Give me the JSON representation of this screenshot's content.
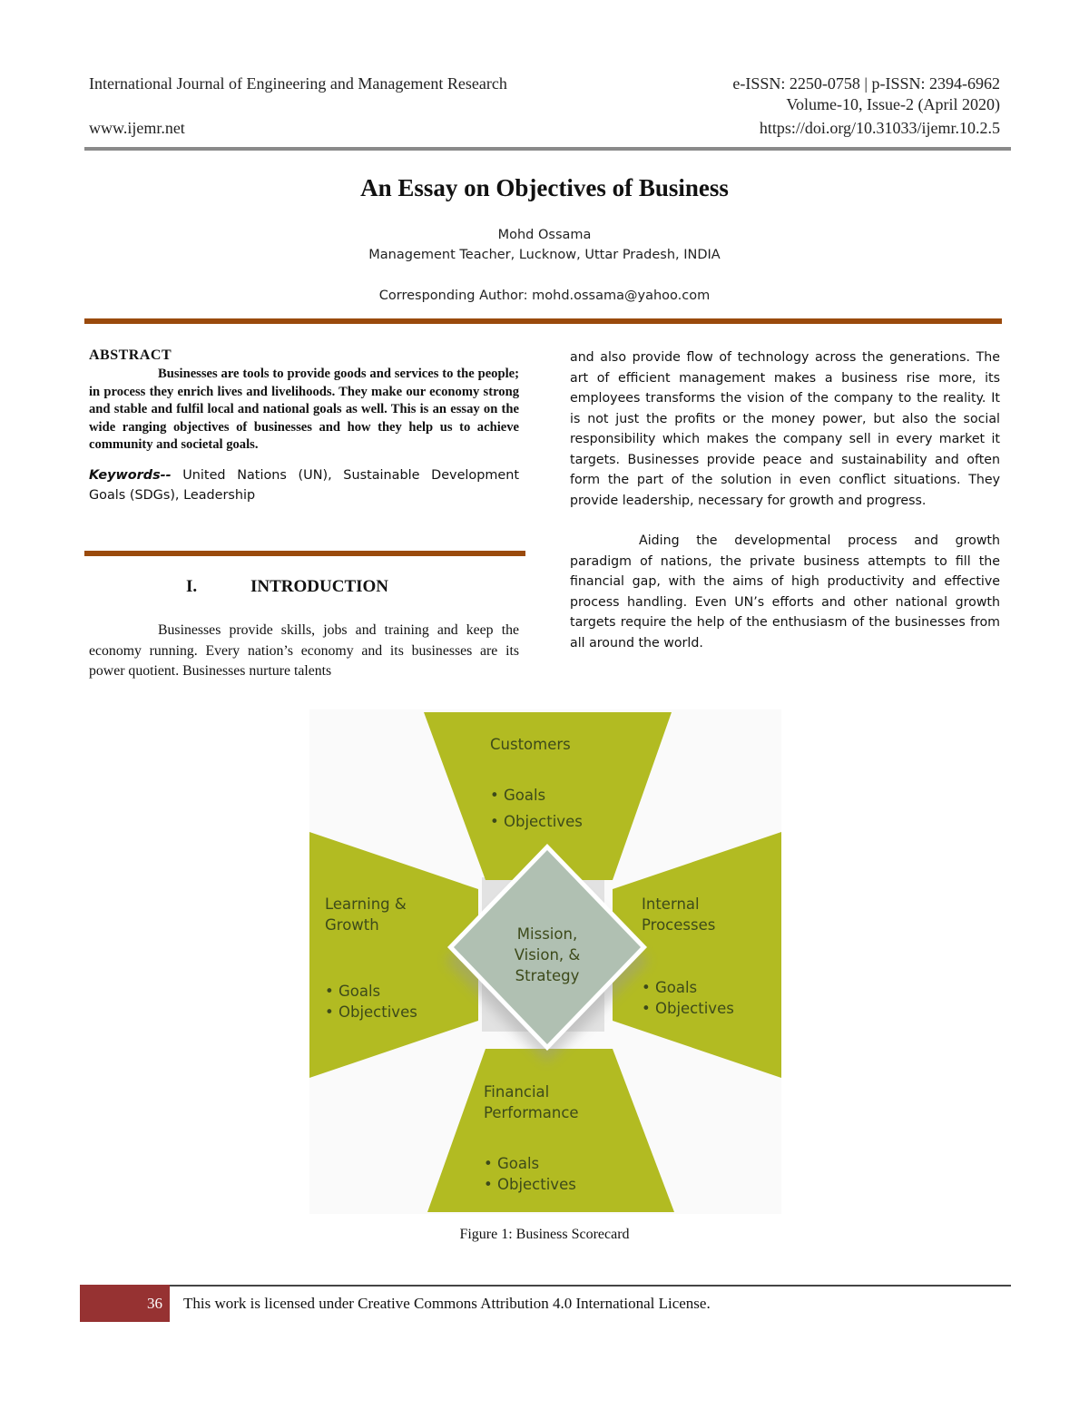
{
  "header": {
    "journal": "International Journal of Engineering and Management Research",
    "issn": "e-ISSN: 2250-0758 | p-ISSN: 2394-6962",
    "volume": "Volume-10, Issue-2 (April 2020)",
    "website": "www.ijemr.net",
    "doi": "https://doi.org/10.31033/ijemr.10.2.5"
  },
  "paper": {
    "title": "An Essay on Objectives of Business",
    "author": "Mohd Ossama",
    "affiliation": "Management Teacher, Lucknow, Uttar Pradesh, INDIA",
    "corresponding": "Corresponding Author: mohd.ossama@yahoo.com"
  },
  "abstract": {
    "heading": "ABSTRACT",
    "body": "Businesses are tools to provide goods and services to the people; in process they enrich lives and livelihoods. They make our economy strong and stable and fulfil local and national goals as well. This is an essay on the wide ranging objectives of businesses and how they help us to achieve community and societal goals.",
    "keywords_label": "Keywords--",
    "keywords": " United Nations (UN), Sustainable Development Goals (SDGs), Leadership"
  },
  "introduction": {
    "number": "I.",
    "heading": "INTRODUCTION",
    "para1_left": "Businesses provide skills, jobs and training and keep the economy running. Every nation’s economy and its businesses are its power quotient. Businesses nurture talents",
    "para1_right": "and also provide flow of technology across the generations. The art of efficient management makes a business rise more, its employees transforms the vision of the company to the reality.  It is not just the profits or the money power, but also the social responsibility which makes the company sell in every market it targets. Businesses provide peace and sustainability and often form the part of the solution in even conflict situations. They provide leadership, necessary for growth and progress.",
    "para2": "Aiding the developmental process and growth paradigm of nations, the private business attempts to fill the financial gap, with the aims of high productivity and effective process handling. Even UN’s efforts and other national growth targets require the help of the enthusiasm of the businesses from all around the world."
  },
  "figure": {
    "caption": "Figure 1: Business Scorecard",
    "colors": {
      "panel": "#b2bb22",
      "diamond": "#b0c0b2",
      "text": "#3d4a1a",
      "background": "#fafafa"
    },
    "center": {
      "line1": "Mission,",
      "line2": "Vision, &",
      "line3": "Strategy"
    },
    "panels": {
      "top": {
        "title1": "Customers",
        "title2": "",
        "bullet1": "• Goals",
        "bullet2": "• Objectives"
      },
      "left": {
        "title1": "Learning &",
        "title2": "Growth",
        "bullet1": "• Goals",
        "bullet2": "• Objectives"
      },
      "right": {
        "title1": "Internal",
        "title2": "Processes",
        "bullet1": "• Goals",
        "bullet2": "• Objectives"
      },
      "bottom": {
        "title1": "Financial",
        "title2": "Performance",
        "bullet1": "• Goals",
        "bullet2": "• Objectives"
      }
    }
  },
  "footer": {
    "page_number": "36",
    "license": "This work is licensed under Creative Commons Attribution 4.0 International License."
  }
}
